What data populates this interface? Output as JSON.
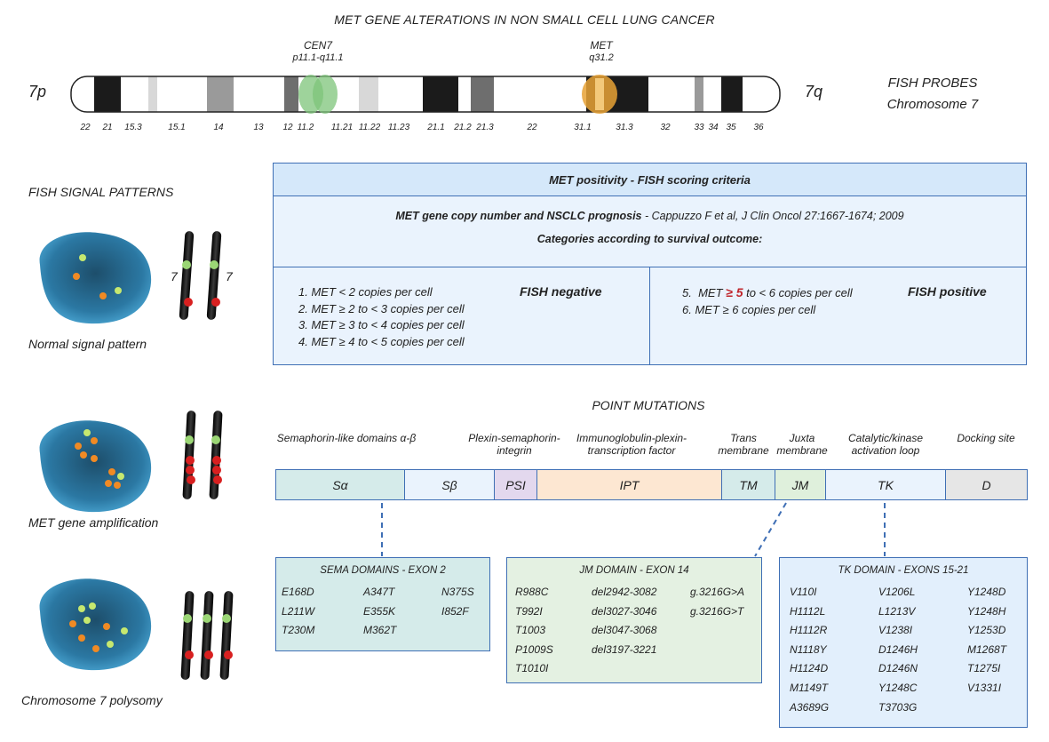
{
  "title": "MET GENE ALTERATIONS IN NON SMALL CELL LUNG CANCER",
  "chromosome": {
    "p_arm": "7p",
    "q_arm": "7q",
    "probes_title_line1": "FISH PROBES",
    "probes_title_line2": "Chromosome 7",
    "cen7_name": "CEN7",
    "cen7_band": "p11.1-q11.1",
    "met_name": "MET",
    "met_band": "q31.2",
    "cen7_color": "#7dc47a",
    "met_color": "#e8a235",
    "bands": [
      "22",
      "21",
      "15.3",
      "15.1",
      "14",
      "13",
      "12",
      "11.2",
      "11.21",
      "11.22",
      "11.23",
      "21.1",
      "21.2",
      "21.3",
      "22",
      "31.1",
      "31.3",
      "32",
      "33",
      "34",
      "35",
      "36"
    ]
  },
  "fish": {
    "section_title": "FISH SIGNAL PATTERNS",
    "normal_label": "Normal signal pattern",
    "chrom_label": "7",
    "amplification_label": "MET gene amplification",
    "polysomy_label": "Chromosome 7 polysomy"
  },
  "criteria": {
    "header": "MET positivity - FISH scoring criteria",
    "study_bold": "MET gene copy number and NSCLC prognosis",
    "study_ref": " - Cappuzzo F et al, J Clin Oncol 27:1667-1674; 2009",
    "categories": "Categories according to survival outcome:",
    "negative_label": "FISH negative",
    "positive_label": "FISH positive",
    "negative_items": [
      "1.  MET < 2 copies per cell",
      "2.  MET ≥ 2 to < 3 copies per cell",
      "3.  MET ≥ 3 to < 4 copies per cell",
      "4.  MET ≥ 4 to < 5 copies per cell"
    ],
    "positive_item5_pre": "5.  MET ",
    "positive_item5_mark": "≥ 5",
    "positive_item5_post": " to < 6 copies per cell",
    "positive_item6": "6.  MET ≥ 6 copies per cell",
    "highlight_color": "#c0262c"
  },
  "mutations": {
    "section_title": "POINT MUTATIONS",
    "domain_titles": {
      "sema": "Semaphorin-like domains α-β",
      "psi_1": "Plexin-semaphorin-",
      "psi_2": "integrin",
      "ipt_1": "Immunoglobulin-plexin-",
      "ipt_2": "transcription factor",
      "tm_1": "Trans",
      "tm_2": "membrane",
      "jm_1": "Juxta",
      "jm_2": "membrane",
      "tk_1": "Catalytic/kinase",
      "tk_2": "activation loop",
      "d": "Docking site"
    },
    "segments": [
      {
        "label": "Sα",
        "color": "#d5ebea"
      },
      {
        "label": "Sβ",
        "color": "#eaf3fd"
      },
      {
        "label": "PSI",
        "color": "#e3d8ee"
      },
      {
        "label": "IPT",
        "color": "#fde7d2"
      },
      {
        "label": "TM",
        "color": "#d5ebea"
      },
      {
        "label": "JM",
        "color": "#dff0dc"
      },
      {
        "label": "TK",
        "color": "#eaf3fd"
      },
      {
        "label": "D",
        "color": "#e6e6e6"
      }
    ],
    "sema": {
      "title": "SEMA DOMAINS - EXON 2",
      "color": "#d5ebea",
      "col1": [
        "E168D",
        "L211W",
        "T230M"
      ],
      "col2": [
        "A347T",
        "E355K",
        "M362T"
      ],
      "col3": [
        "N375S",
        "I852F"
      ]
    },
    "jm": {
      "title": "JM DOMAIN - EXON 14",
      "color": "#e4f1e2",
      "col1": [
        "R988C",
        "T992I",
        "T1003",
        "P1009S",
        "T1010I"
      ],
      "col2": [
        "del2942-3082",
        "del3027-3046",
        "del3047-3068",
        "del3197-3221"
      ],
      "col3": [
        "g.3216G>A",
        "g.3216G>T"
      ]
    },
    "tk": {
      "title": "TK DOMAIN - EXONS 15-21",
      "color": "#e2effc",
      "col1": [
        "V110I",
        "H1112L",
        "H1112R",
        "N1118Y",
        "H1124D",
        "M1149T",
        "A3689G"
      ],
      "col2": [
        "V1206L",
        "L1213V",
        "V1238I",
        "D1246H",
        "D1246N",
        "Y1248C",
        "T3703G"
      ],
      "col3": [
        "Y1248D",
        "Y1248H",
        "Y1253D",
        "M1268T",
        "T1275I",
        "V1331I"
      ]
    }
  }
}
